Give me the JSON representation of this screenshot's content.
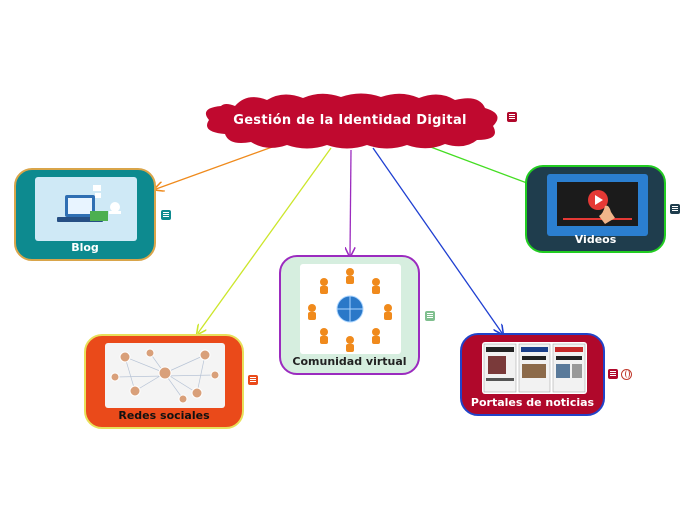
{
  "central": {
    "title": "Gestión de la Identidad Digital",
    "color": "#c0092f"
  },
  "topics": [
    {
      "id": "blog",
      "label": "Blog",
      "fill": "#0d8a8f",
      "border": "#d9a54a",
      "label_color": "#ffffff"
    },
    {
      "id": "videos",
      "label": "Videos",
      "fill": "#1f3d4d",
      "border": "#22cc22",
      "label_color": "#ffffff"
    },
    {
      "id": "comunidad",
      "label": "Comunidad virtual",
      "fill": "#d6eedf",
      "border": "#9b2bbf",
      "label_color": "#222222"
    },
    {
      "id": "redes",
      "label": "Redes sociales",
      "fill": "#ea4a1a",
      "border": "#e8e05a",
      "label_color": "#111111"
    },
    {
      "id": "portales",
      "label": "Portales de noticias",
      "fill": "#b0082b",
      "border": "#2243c8",
      "label_color": "#ffffff"
    }
  ],
  "colors": {
    "link_blog": "#ef8a1c",
    "link_videos": "#44dd22",
    "link_comunidad": "#9b2bbf",
    "link_redes": "#cce62b",
    "link_portales": "#1f3fd1"
  },
  "icons": {
    "note": "note-icon",
    "hyperlink": "globe-icon"
  }
}
